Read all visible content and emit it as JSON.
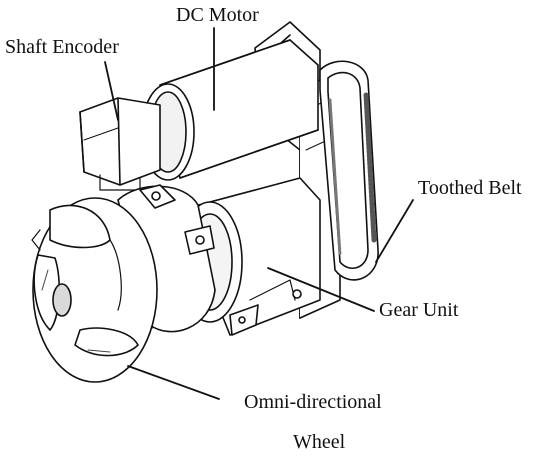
{
  "labels": {
    "dc_motor": "DC Motor",
    "shaft_encoder": "Shaft Encoder",
    "toothed_belt": "Toothed Belt",
    "gear_unit": "Gear Unit",
    "omni_line1": "Omni-directional",
    "omni_line2": "Wheel"
  },
  "colors": {
    "line": "#111111",
    "shade": "#bfbfbf",
    "light_shade": "#e6e6e6",
    "background": "#ffffff"
  }
}
